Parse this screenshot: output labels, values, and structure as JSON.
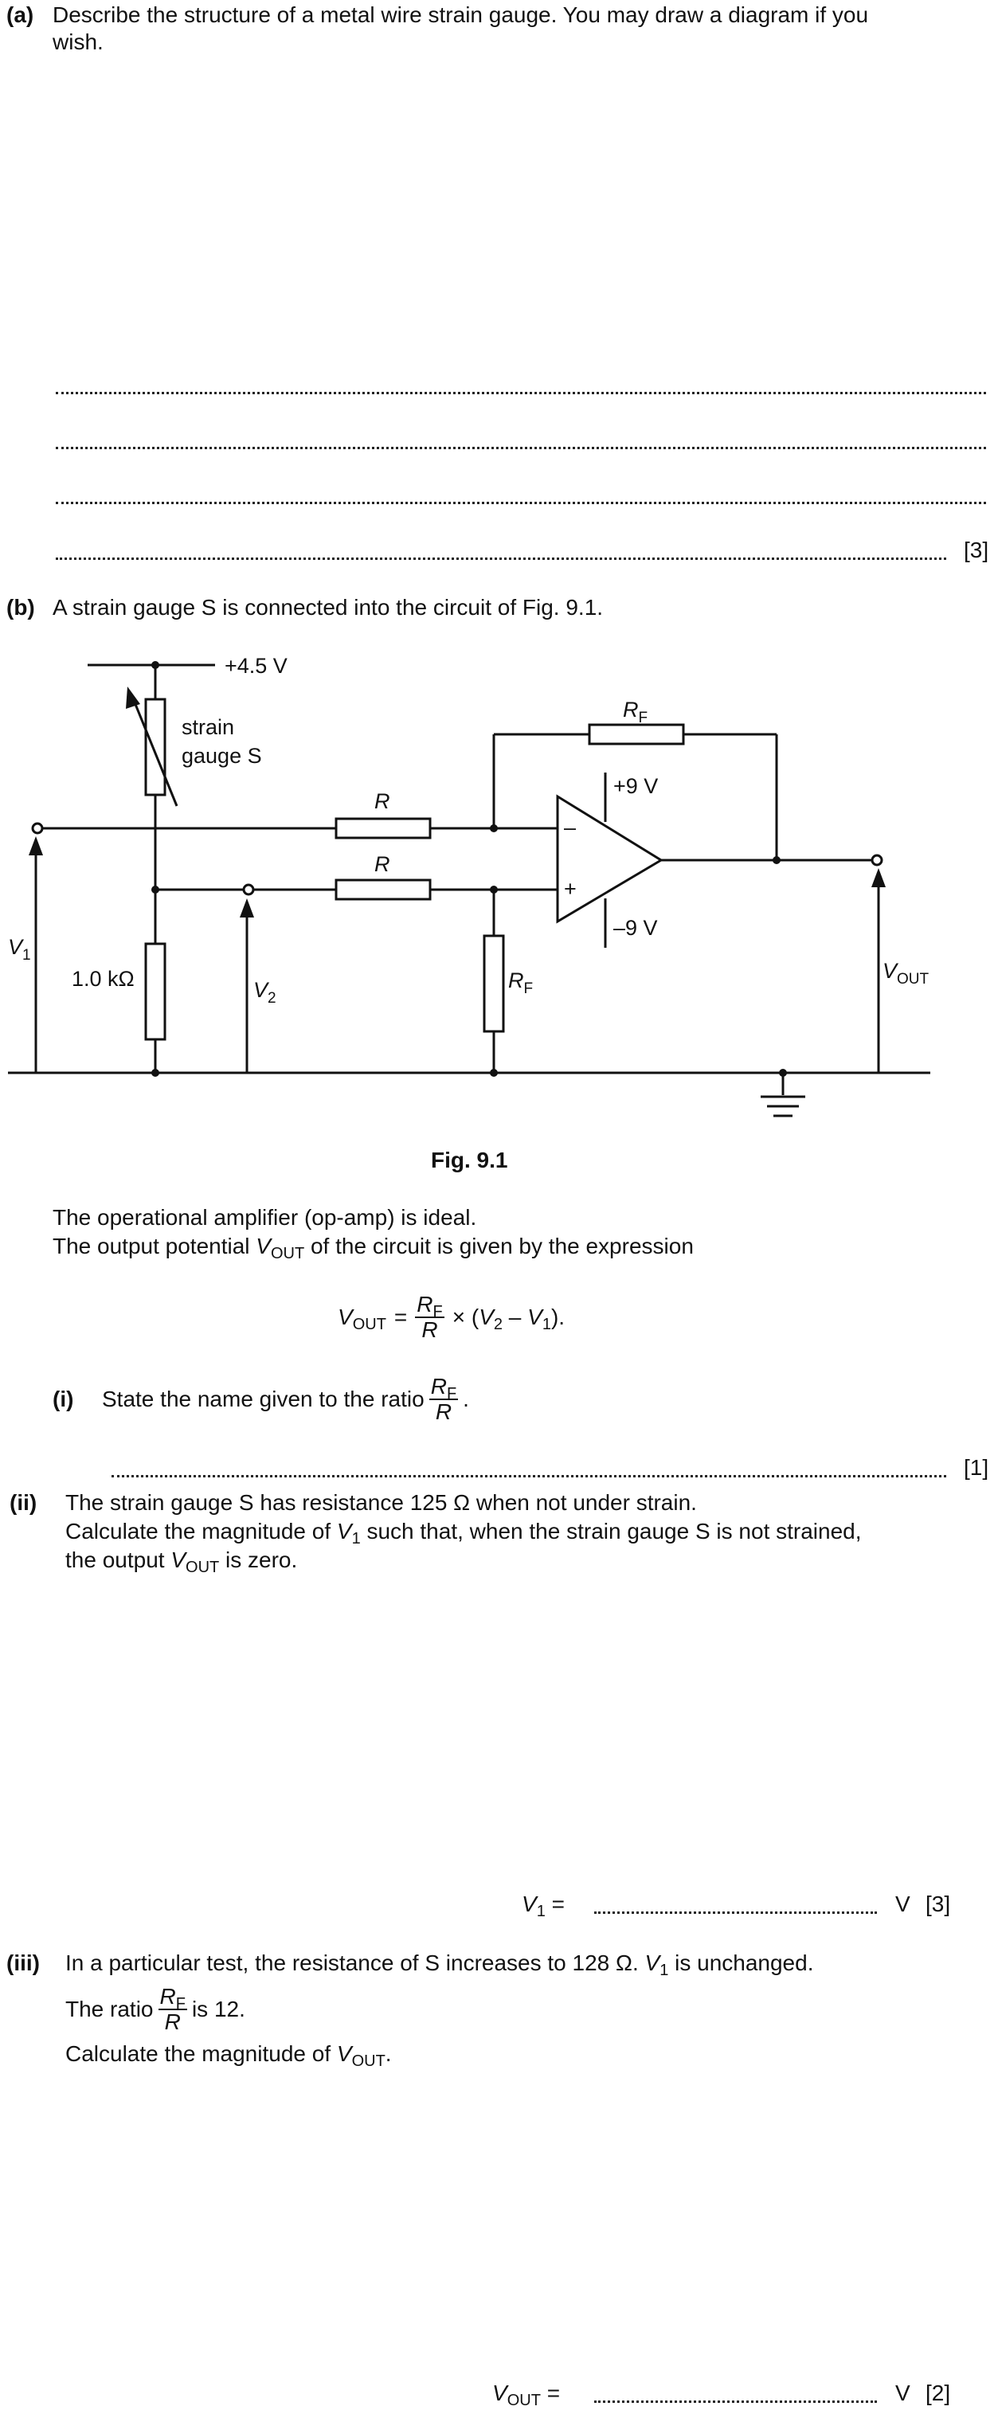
{
  "part_a": {
    "label": "(a)",
    "question_line1": "Describe the structure of a metal wire strain gauge. You may draw a diagram if you",
    "question_line2": "wish.",
    "marks": "[3]"
  },
  "part_b": {
    "label": "(b)",
    "intro": "A strain gauge S is connected into the circuit of Fig. 9.1."
  },
  "figure": {
    "supply_label": "+4.5 V",
    "gauge_label_1": "strain",
    "gauge_label_2": "gauge S",
    "rf_label": "R",
    "rf_sub": "F",
    "r_label": "R",
    "plus9": "+9 V",
    "minus9": "–9 V",
    "minus_sign": "–",
    "plus_sign": "+",
    "v1": "V",
    "v1_sub": "1",
    "v2": "V",
    "v2_sub": "2",
    "vout": "V",
    "vout_sub": "OUT",
    "resistor_1k": "1.0 kΩ",
    "caption": "Fig. 9.1"
  },
  "text": {
    "ideal": "The operational amplifier (op-amp) is ideal.",
    "expr_pre": "The output potential ",
    "expr_post": " of the circuit is given by the expression",
    "eq_lhs": "V",
    "eq_lhs_sub": "OUT",
    "eq_equals": "=",
    "eq_num": "R",
    "eq_num_sub": "F",
    "eq_den": "R",
    "eq_rest_1": "× (",
    "eq_v2": "V",
    "eq_v2_sub": "2",
    "eq_minus": "–",
    "eq_v1": "V",
    "eq_v1_sub": "1",
    "eq_rest_2": ")."
  },
  "part_i": {
    "label": "(i)",
    "question": "State the name given to the ratio",
    "marks": "[1]"
  },
  "part_ii": {
    "label": "(ii)",
    "line1": "The strain gauge S has resistance 125 Ω when not under strain.",
    "line2_pre": "Calculate the magnitude of ",
    "line2_post": " such that, when the strain gauge S is not strained,",
    "line3_pre": "the output ",
    "line3_post": " is zero.",
    "answer_eq": "=",
    "unit": "V",
    "marks": "[3]"
  },
  "part_iii": {
    "label": "(iii)",
    "line1_pre": "In a particular test, the resistance of S increases to 128 Ω. ",
    "line1_post": " is unchanged.",
    "ratio_pre": "The ratio",
    "ratio_post": "is 12.",
    "line3_pre": "Calculate the magnitude of ",
    "line3_post": ".",
    "answer_eq": "=",
    "unit": "V",
    "marks": "[2]"
  }
}
